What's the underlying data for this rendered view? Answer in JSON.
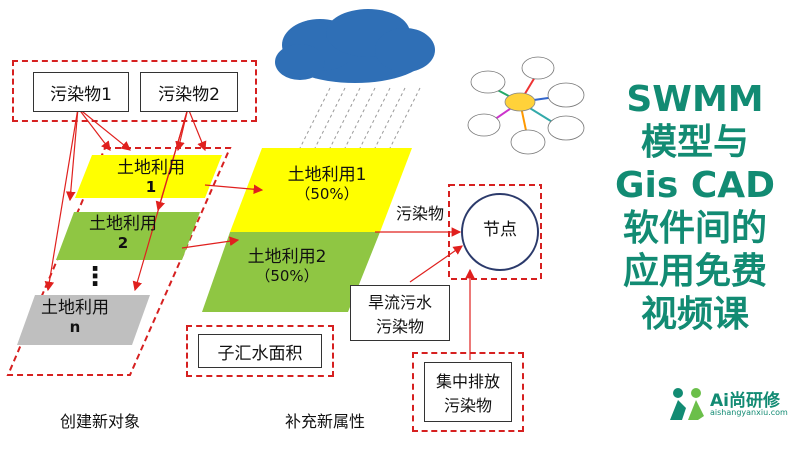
{
  "title_lines": [
    "SWMM",
    "模型与",
    "Gis CAD",
    "软件间的",
    "应用免费",
    "视频课"
  ],
  "pollutants": [
    "污染物1",
    "污染物2"
  ],
  "left_land_uses": [
    {
      "name": "土地利用",
      "index": "1"
    },
    {
      "name": "土地利用",
      "index": "2"
    },
    {
      "name": "土地利用",
      "index": "n"
    }
  ],
  "ellipsis": "⋮",
  "right_land_uses": [
    {
      "name": "土地利用1",
      "share": "（50%）"
    },
    {
      "name": "土地利用2",
      "share": "（50%）"
    }
  ],
  "subcatchment_area_label": "子汇水面积",
  "pollutant_arrow_label": "污染物",
  "node_label": "节点",
  "runoff_pollutant_label": [
    "旱流污水",
    "污染物"
  ],
  "point_source_label": [
    "集中排放",
    "污染物"
  ],
  "caption_left": "创建新对象",
  "caption_right": "补充新属性",
  "brand": {
    "name": "Ai尚研修",
    "url": "aishangyanxiu.com"
  },
  "colors": {
    "title": "#128b73",
    "yellow": "#ffff00",
    "green": "#8fc643",
    "gray": "#bfbfbf",
    "red": "#e0201e",
    "cloud": "#2f6fb6"
  }
}
